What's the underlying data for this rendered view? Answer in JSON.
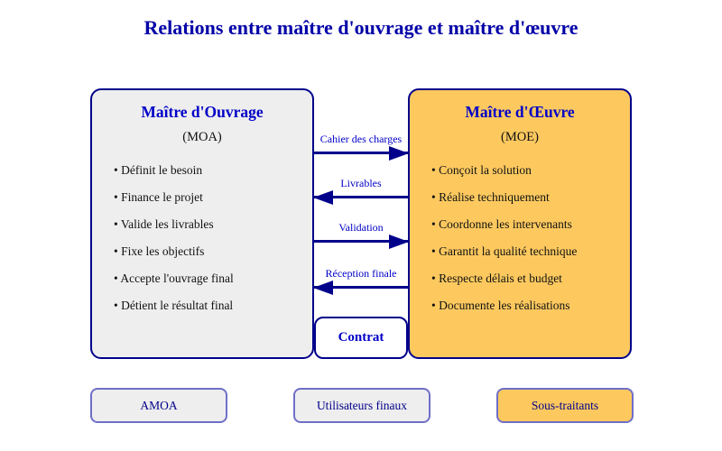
{
  "title": "Relations entre maître d'ouvrage et maître d'œuvre",
  "moa": {
    "title": "Maître d'Ouvrage",
    "subtitle": "(MOA)",
    "items": [
      "Définit le besoin",
      "Finance le projet",
      "Valide les livrables",
      "Fixe les objectifs",
      "Accepte l'ouvrage final",
      "Détient le résultat final"
    ]
  },
  "moe": {
    "title": "Maître d'Œuvre",
    "subtitle": "(MOE)",
    "items": [
      "Conçoit la solution",
      "Réalise techniquement",
      "Coordonne les intervenants",
      "Garantit la qualité technique",
      "Respecte délais et budget",
      "Documente les réalisations"
    ]
  },
  "arrows": [
    {
      "label": "Cahier des charges",
      "direction": "right"
    },
    {
      "label": "Livrables",
      "direction": "left"
    },
    {
      "label": "Validation",
      "direction": "right"
    },
    {
      "label": "Réception finale",
      "direction": "left"
    }
  ],
  "contract": {
    "label": "Contrat"
  },
  "bottom_boxes": [
    {
      "label": "AMOA",
      "style": "gray"
    },
    {
      "label": "Utilisateurs finaux",
      "style": "gray"
    },
    {
      "label": "Sous-traitants",
      "style": "orange"
    }
  ],
  "colors": {
    "title_blue": "#0000a8",
    "header_blue": "#0000c8",
    "border_navy": "#00008b",
    "moa_background": "#eeeeee",
    "moe_background": "#fdc95f",
    "bottom_border_purple": "#6f6fc8",
    "body_text": "#111111",
    "page_background": "#ffffff"
  }
}
